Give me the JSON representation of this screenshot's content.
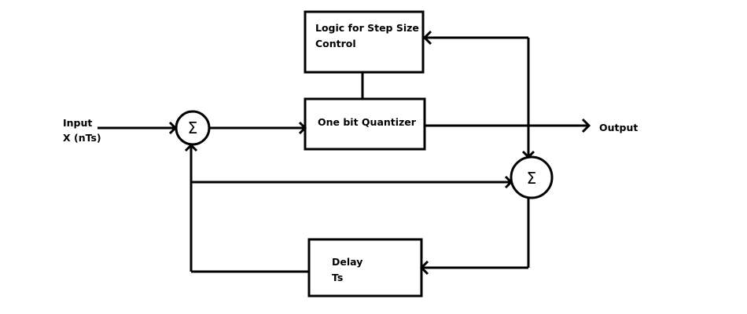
{
  "diagram": {
    "type": "block-diagram",
    "blocks": {
      "step_logic": {
        "line1": "Logic for Step Size",
        "line2": "Control"
      },
      "quantizer": {
        "label": "One bit Quantizer"
      },
      "delay": {
        "line1": "Delay",
        "line2": "Ts"
      }
    },
    "summers": {
      "input_summer": {
        "symbol": "Σ"
      },
      "feedback_summer": {
        "symbol": "Σ"
      }
    },
    "signals": {
      "input": {
        "line1": "Input",
        "line2": "X (nTs)"
      },
      "output": {
        "label": "Output"
      }
    }
  }
}
